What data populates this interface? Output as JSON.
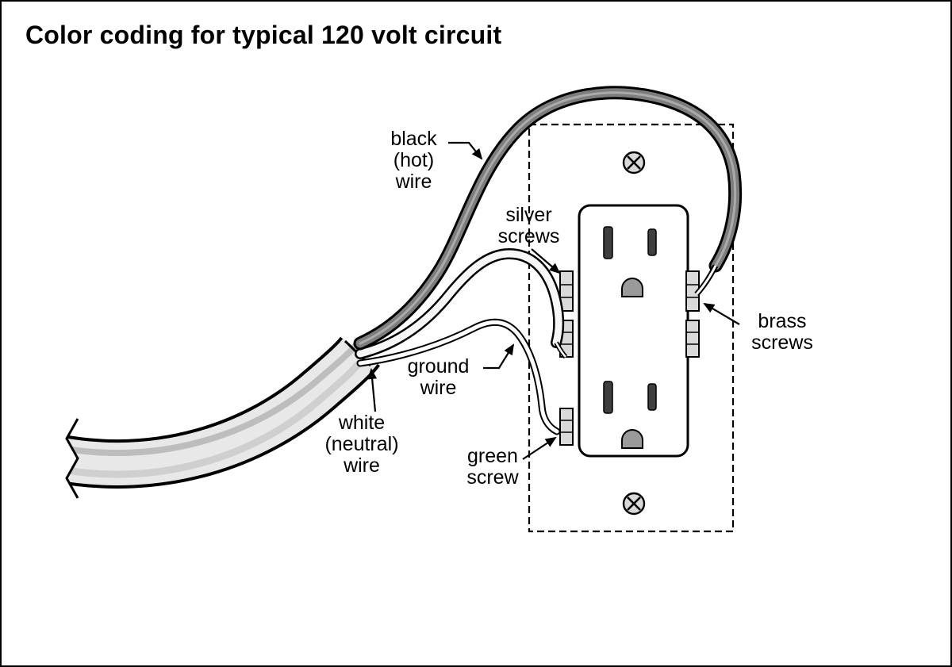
{
  "title": "Color coding for typical 120 volt circuit",
  "labels": {
    "black_hot_wire": "black\n(hot)\nwire",
    "silver_screws": "silver\nscrews",
    "brass_screws": "brass\nscrews",
    "ground_wire": "ground\nwire",
    "white_neutral_wire": "white\n(neutral)\nwire",
    "green_screw": "green\nscrew"
  },
  "colors": {
    "ink": "#000000",
    "black_wire": "#7d7d7d",
    "black_wire_highlight": "#aaaaaa",
    "white_wire": "#f7f7f7",
    "cable_sheath": "#e8e8e8",
    "cable_stripe": "#bdbdbd",
    "screw_metal": "#d9d9d9",
    "slot_dark": "#3f3f3f",
    "ground_hole": "#9a9a9a"
  }
}
